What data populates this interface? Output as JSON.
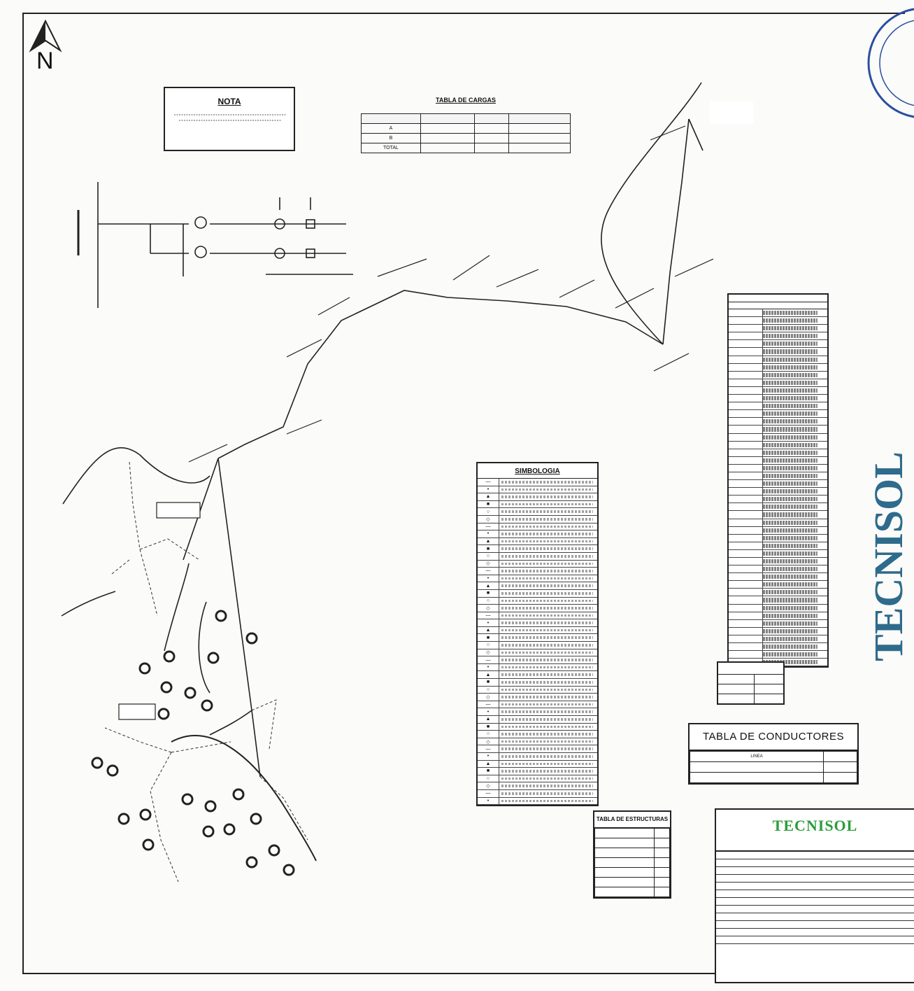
{
  "north": {
    "label": "N",
    "icon": "north-arrow-icon"
  },
  "nota": {
    "title": "NOTA"
  },
  "tabla_cargas": {
    "title": "TABLA DE CARGAS",
    "headers": [
      "",
      "",
      "",
      ""
    ],
    "rows": [
      [
        "A",
        "",
        "",
        ""
      ],
      [
        "B",
        "",
        "",
        ""
      ],
      [
        "TOTAL",
        "",
        "",
        ""
      ]
    ]
  },
  "simbologia": {
    "title": "SIMBOLOGIA",
    "row_count": 44
  },
  "tabla_conductores": {
    "title": "TABLA DE CONDUCTORES",
    "header": "LINEA"
  },
  "tabla_estructuras": {
    "title": "TABLA DE ESTRUCTURAS"
  },
  "title_block": {
    "company": "TECNISOL"
  },
  "side_logo": {
    "text": "TECNISOL"
  },
  "colors": {
    "line": "#222222",
    "brand_green": "#2d9c3c",
    "stamp_blue": "#2a4fa0"
  }
}
